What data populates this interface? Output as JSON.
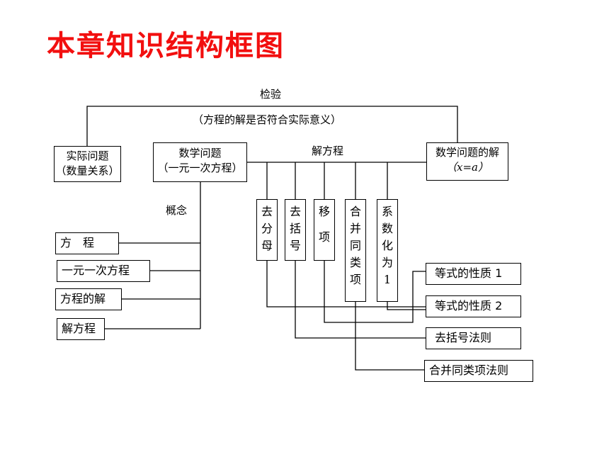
{
  "title": "本章知识结构框图",
  "check": {
    "label": "检验",
    "note": "（方程的解是否符合实际意义）"
  },
  "boxes": {
    "real_problem": [
      "实际问题",
      "（数量关系）"
    ],
    "math_problem": [
      "数学问题",
      "（一元一次方程）"
    ],
    "math_solution": [
      "数学问题的解",
      "（x=a）"
    ]
  },
  "solve_label": "解方程",
  "concept_label": "概念",
  "concepts": [
    "方　程",
    "一元一次方程",
    "方程的解",
    "解方程"
  ],
  "steps": [
    [
      "去",
      "分",
      "母"
    ],
    [
      "去",
      "括",
      "号"
    ],
    [
      "移",
      "项"
    ],
    [
      "合",
      "并",
      "同",
      "类",
      "项"
    ],
    [
      "系",
      "数",
      "化",
      "为",
      "1"
    ]
  ],
  "rules": [
    "等式的性质 1",
    "等式的性质 2",
    "去括号法则",
    "合并同类项法则"
  ]
}
